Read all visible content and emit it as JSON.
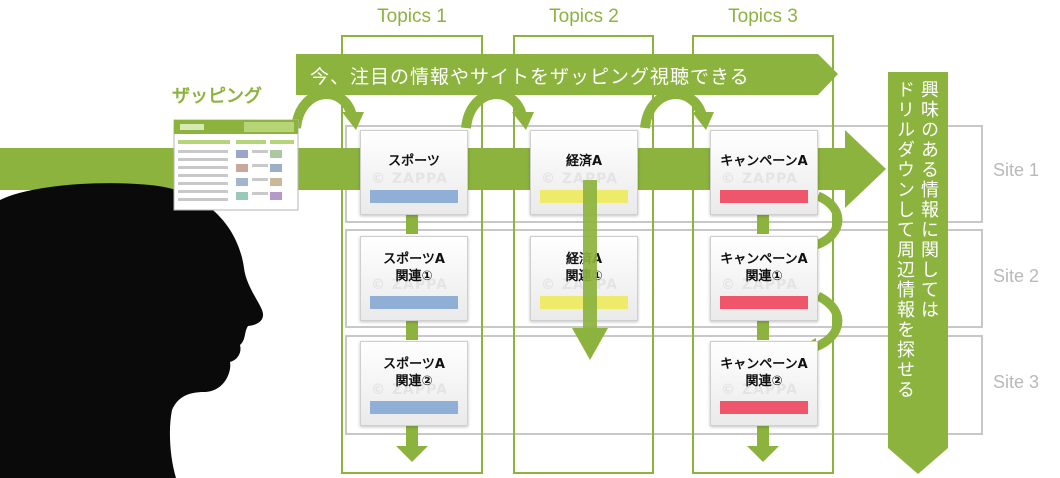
{
  "topics": [
    "Topics 1",
    "Topics 2",
    "Topics 3"
  ],
  "sites": [
    "Site 1",
    "Site 2",
    "Site 3"
  ],
  "zapping_label": "ザッピング",
  "banner_text": "今、注目の情報やサイトをザッピング視聴できる",
  "drill_text_col1": "興味のある情報に関しては",
  "drill_text_col2": "ドリルダウンして周辺情報を探せる",
  "cards": {
    "sports": "スポーツ",
    "sports_a1_l1": "スポーツA",
    "sports_a1_l2": "関連①",
    "sports_a2_l1": "スポーツA",
    "sports_a2_l2": "関連②",
    "econ": "経済A",
    "econ_a1_l1": "経済A",
    "econ_a1_l2": "関連①",
    "camp": "キャンペーンA",
    "camp_a1_l1": "キャンペーンA",
    "camp_a1_l2": "関連①",
    "camp_a2_l1": "キャンペーンA",
    "camp_a2_l2": "関連②"
  },
  "colors": {
    "green": "#8db33f",
    "bar_blue": "#8fafd7",
    "bar_yellow": "#eeea6a",
    "bar_red": "#f0566b",
    "gray_line": "#c8c8c8",
    "site_label": "#b9b9b9"
  }
}
